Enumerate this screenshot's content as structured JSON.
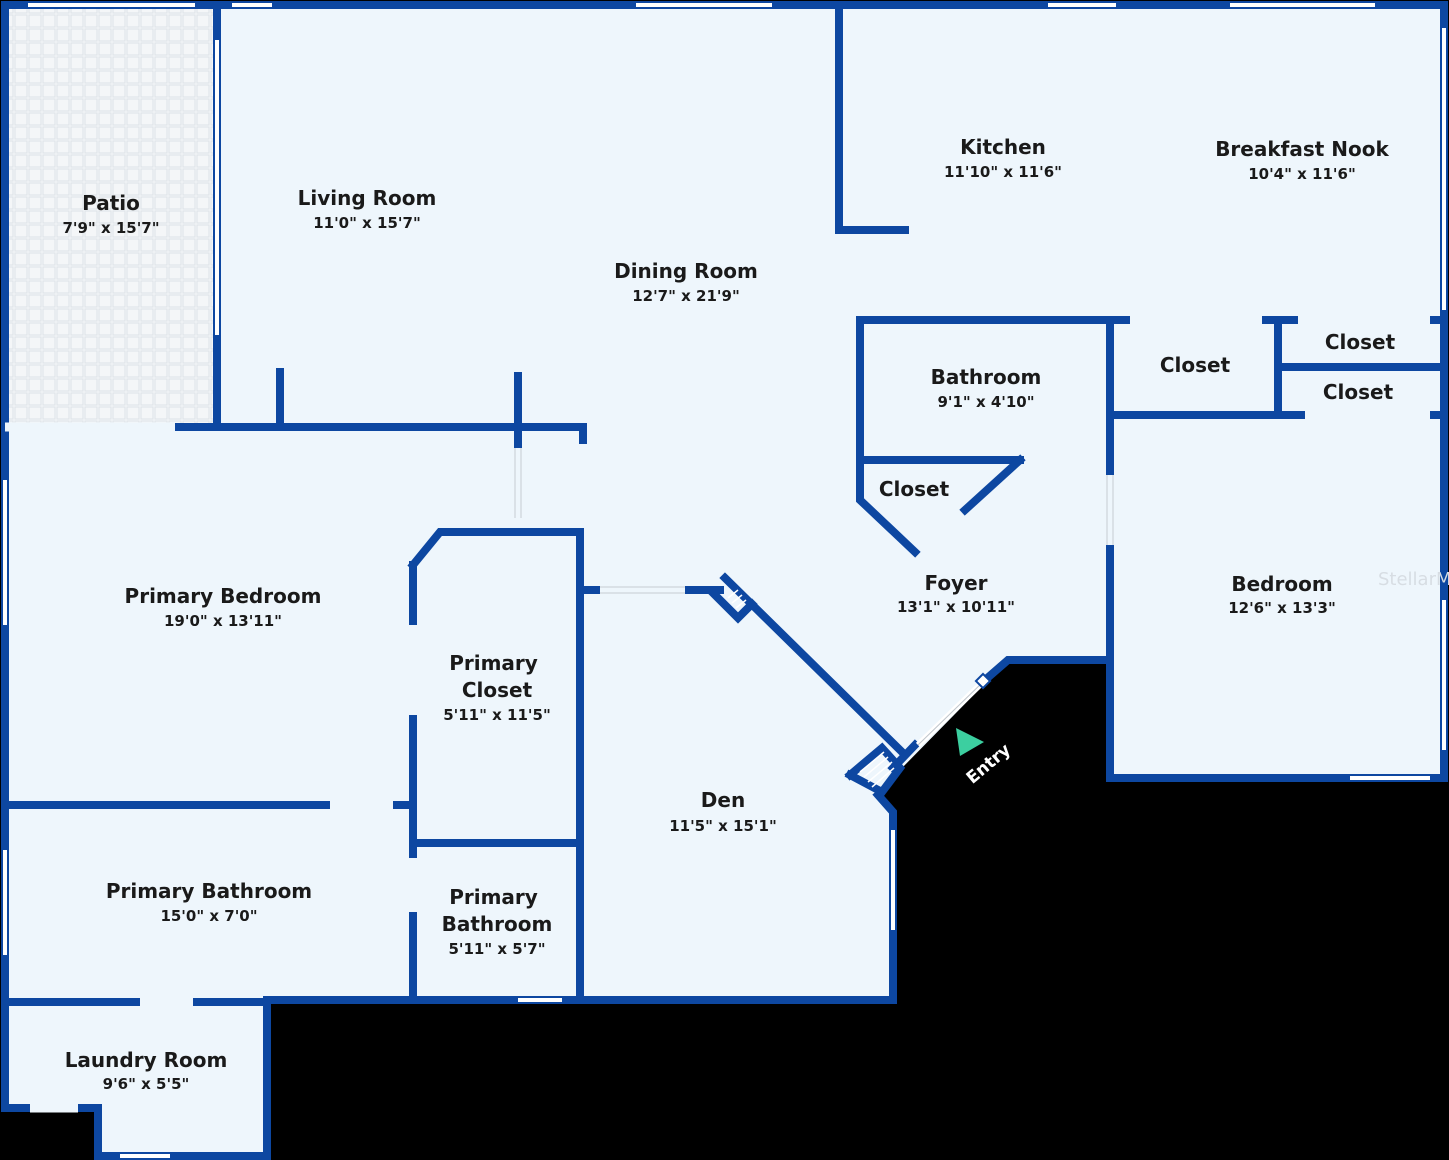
{
  "colors": {
    "background": "#000000",
    "floor": "#eef6fc",
    "wall": "#0d47a1",
    "window": "#ffffff",
    "entry_marker": "#3ccfa0"
  },
  "rooms": [
    {
      "name": "Patio",
      "dims": "7'9\" x 15'7\""
    },
    {
      "name": "Living Room",
      "dims": "11'0\" x 15'7\""
    },
    {
      "name": "Kitchen",
      "dims": "11'10\" x 11'6\""
    },
    {
      "name": "Breakfast Nook",
      "dims": "10'4\" x 11'6\""
    },
    {
      "name": "Dining Room",
      "dims": "12'7\" x 21'9\""
    },
    {
      "name": "Bathroom",
      "dims": "9'1\" x 4'10\""
    },
    {
      "name": "Closet",
      "dims": ""
    },
    {
      "name": "Closet",
      "dims": ""
    },
    {
      "name": "Closet",
      "dims": ""
    },
    {
      "name": "Closet",
      "dims": ""
    },
    {
      "name": "Foyer",
      "dims": "13'1\" x 10'11\""
    },
    {
      "name": "Bedroom",
      "dims": "12'6\" x 13'3\""
    },
    {
      "name": "Primary Bedroom",
      "dims": "19'0\" x 13'11\""
    },
    {
      "name": "Primary Closet",
      "dims": "5'11\" x 11'5\""
    },
    {
      "name": "Den",
      "dims": "11'5\" x 15'1\""
    },
    {
      "name": "Primary Bathroom",
      "dims": "15'0\" x 7'0\""
    },
    {
      "name": "Primary Bathroom",
      "dims": "5'11\" x 5'7\""
    },
    {
      "name": "Laundry Room",
      "dims": "9'6\" x 5'5\""
    }
  ],
  "entry_label": "Entry",
  "watermark": "StellarM"
}
